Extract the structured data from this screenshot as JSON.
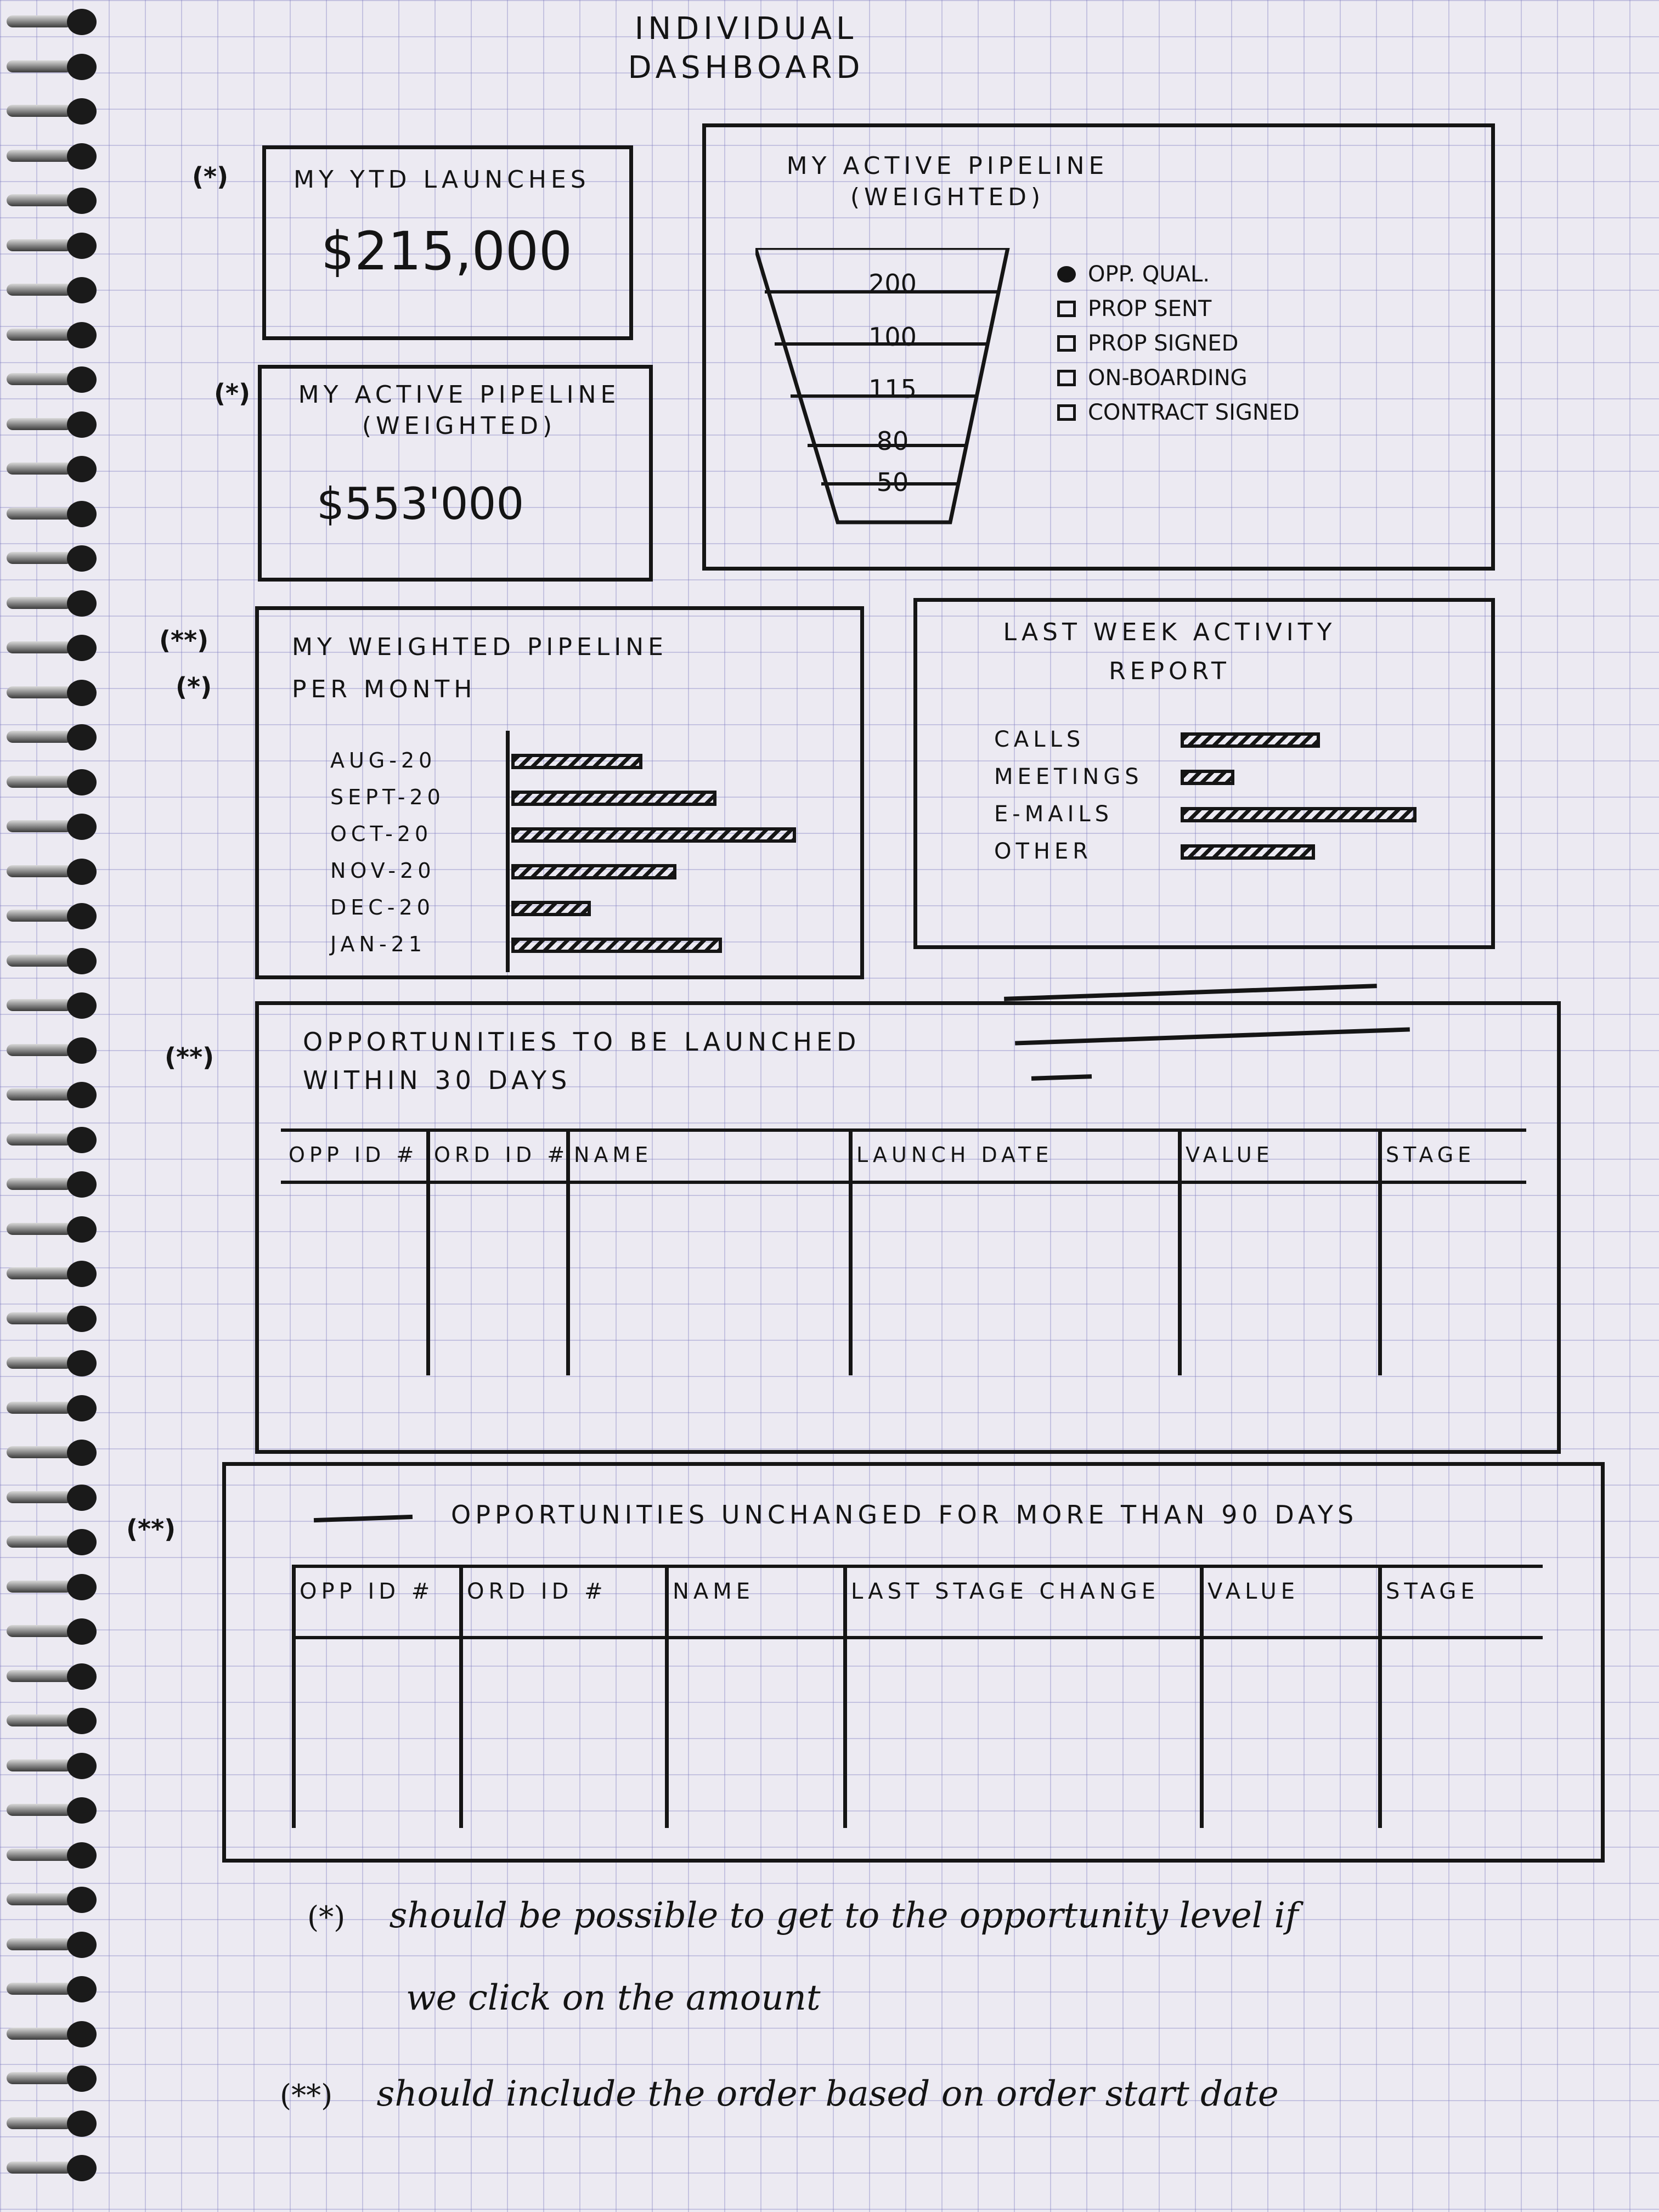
{
  "page": {
    "title_line1": "INDIVIDUAL",
    "title_line2": "DASHBOARD"
  },
  "marks": {
    "one": "(*)",
    "two": "(**)"
  },
  "ytd_launches": {
    "title": "MY YTD LAUNCHES",
    "value": "$215,000"
  },
  "active_pipeline_kpi": {
    "title_line1": "MY ACTIVE PIPELINE",
    "title_line2": "(WEIGHTED)",
    "value": "$553'000"
  },
  "active_pipeline_funnel": {
    "title_line1": "MY ACTIVE PIPELINE",
    "title_line2": "(WEIGHTED)",
    "stages": [
      "200",
      "100",
      "115",
      "80",
      "50"
    ],
    "legend": [
      "OPP. QUAL.",
      "PROP SENT",
      "PROP SIGNED",
      "ON-BOARDING",
      "CONTRACT SIGNED"
    ]
  },
  "weighted_pipeline_month": {
    "title_line1": "MY WEIGHTED PIPELINE",
    "title_line2": "PER MONTH"
  },
  "activity_report": {
    "title_line1": "LAST WEEK ACTIVITY",
    "title_line2": "REPORT"
  },
  "chart_data": [
    {
      "type": "bar",
      "title": "MY WEIGHTED PIPELINE PER MONTH",
      "categories": [
        "AUG-20",
        "SEPT-20",
        "OCT-20",
        "NOV-20",
        "DEC-20",
        "JAN-21"
      ],
      "values": [
        230,
        360,
        500,
        290,
        140,
        370
      ],
      "xlabel": "",
      "ylabel": "",
      "xlim": [
        0,
        520
      ],
      "grid": false
    },
    {
      "type": "bar",
      "title": "LAST WEEK ACTIVITY REPORT",
      "categories": [
        "CALLS",
        "MEETINGS",
        "E-MAILS",
        "OTHER"
      ],
      "values": [
        260,
        100,
        440,
        250
      ],
      "xlabel": "",
      "ylabel": "",
      "xlim": [
        0,
        460
      ],
      "grid": false
    }
  ],
  "launch_soon": {
    "title_line1": "OPPORTUNITIES TO BE LAUNCHED",
    "title_line2": "WITHIN 30 DAYS",
    "columns": [
      "OPP ID #",
      "ORD ID #",
      "NAME",
      "LAUNCH DATE",
      "VALUE",
      "STAGE"
    ]
  },
  "unchanged": {
    "title": "OPPORTUNITIES UNCHANGED FOR MORE THAN 90 DAYS",
    "columns": [
      "OPP ID #",
      "ORD ID #",
      "NAME",
      "LAST STAGE CHANGE",
      "VALUE",
      "STAGE"
    ]
  },
  "notes": {
    "note1_mark": "(*)",
    "note1_line1": "should be possible to get to the opportunity level if",
    "note1_line2": "we click on the amount",
    "note2_mark": "(**)",
    "note2_line1": "should include the order based on order start date"
  }
}
